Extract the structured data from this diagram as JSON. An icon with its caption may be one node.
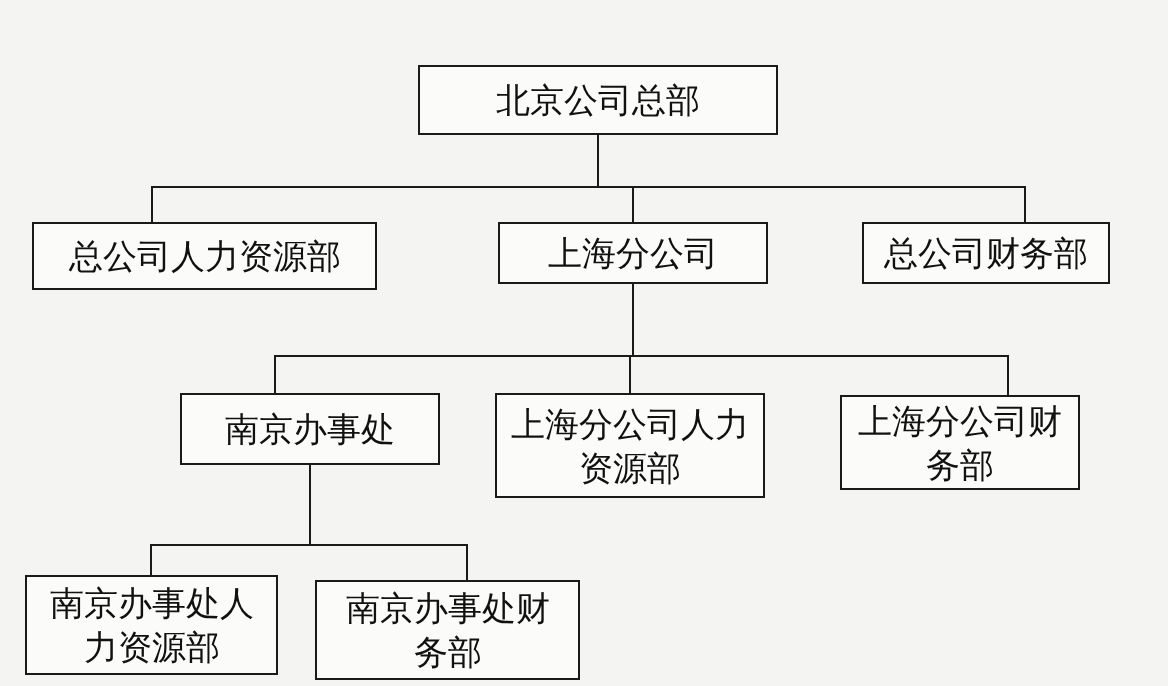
{
  "diagram": {
    "nodes": [
      {
        "text": [
          "北京公司总部"
        ]
      },
      {
        "text": [
          "总公司人力资源部"
        ]
      },
      {
        "text": [
          "上海分公司"
        ]
      },
      {
        "text": [
          "总公司财务部"
        ]
      },
      {
        "text": [
          "南京办事处"
        ]
      },
      {
        "text": [
          "上海分公司人力资源部"
        ]
      },
      {
        "text": [
          "上海分公司财务部"
        ]
      },
      {
        "text": [
          "南京办事处人力资源部"
        ]
      },
      {
        "text": [
          "南京办事处财务部"
        ]
      }
    ],
    "edges": [
      {
        "from": 0,
        "to": 1,
        "arrow": "none"
      },
      {
        "from": 0,
        "to": 2,
        "arrow": "none"
      },
      {
        "from": 0,
        "to": 3,
        "arrow": "none"
      },
      {
        "from": 2,
        "to": 4,
        "arrow": "none"
      },
      {
        "from": 2,
        "to": 5,
        "arrow": "none"
      },
      {
        "from": 2,
        "to": 6,
        "arrow": "none"
      },
      {
        "from": 4,
        "to": 7,
        "arrow": "none"
      },
      {
        "from": 4,
        "to": 8,
        "arrow": "none"
      }
    ]
  }
}
